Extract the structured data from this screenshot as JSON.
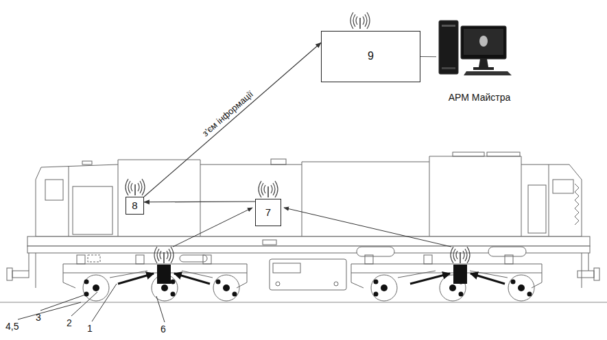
{
  "diagram": {
    "nodes": [
      {
        "text": [
          "9"
        ]
      },
      {
        "text": [
          "АРМ Майстра"
        ]
      },
      {
        "text": [
          "8"
        ]
      },
      {
        "text": [
          "7"
        ]
      }
    ],
    "edges": [
      {
        "from": 2,
        "to": 0,
        "arrow": "to",
        "label": "з'єм інформації"
      },
      {
        "from": 3,
        "to": 2,
        "arrow": "to"
      },
      {
        "from": 0,
        "to": 1,
        "arrow": "none"
      }
    ],
    "labels": [
      "4,5",
      "3",
      "2",
      "1",
      "6"
    ]
  }
}
